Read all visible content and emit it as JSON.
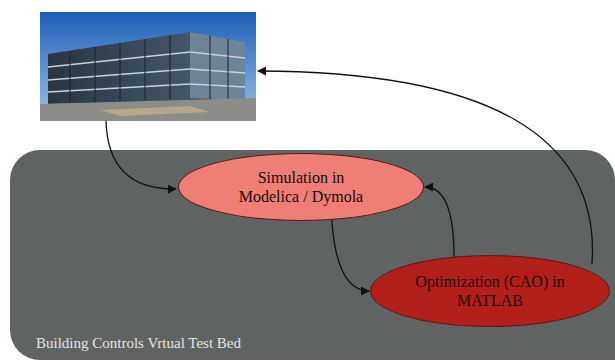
{
  "diagram": {
    "nodes": [
      {
        "text": [
          "Building Controls Vrtual Test Bed"
        ]
      },
      {
        "text": [
          "Simulation in Modelica / Dymola"
        ],
        "in": 0
      },
      {
        "text": [
          "Optimization (CAO) in MATLAB"
        ],
        "in": 0
      }
    ],
    "edges": [
      {
        "from": 1,
        "to": 2,
        "arrow": "to"
      },
      {
        "from": 2,
        "to": 1,
        "arrow": "to"
      }
    ]
  }
}
